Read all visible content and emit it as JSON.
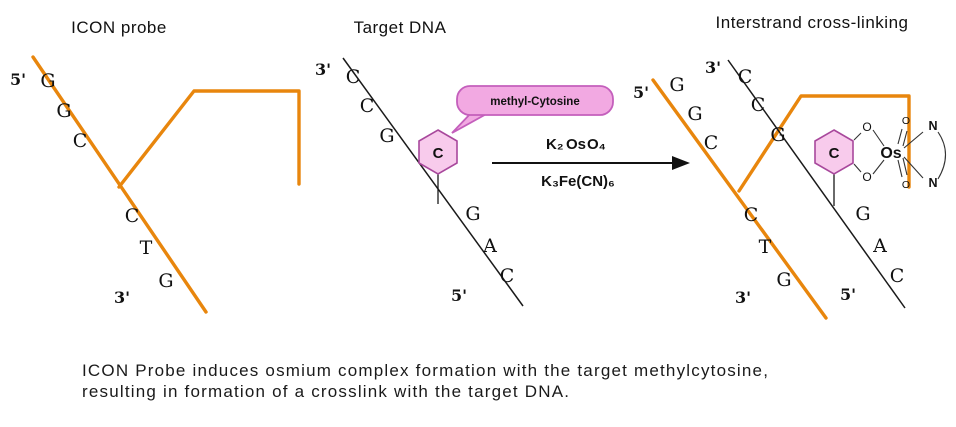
{
  "panels": {
    "icon_probe": {
      "title": "ICON probe",
      "five_prime": "5'",
      "three_prime": "3'",
      "upper_bases": [
        "G",
        "G",
        "C"
      ],
      "lower_bases": [
        "C",
        "T",
        "G"
      ]
    },
    "target_dna": {
      "title": "Target DNA",
      "three_prime": "3'",
      "five_prime": "5'",
      "upper_bases": [
        "C",
        "C",
        "G"
      ],
      "lower_bases": [
        "G",
        "A",
        "C"
      ],
      "methyl_cytosine_base": "C",
      "callout_label": "methyl-Cytosine"
    },
    "reaction": {
      "reagent_top_k2": "K₂",
      "reagent_top_os": "Os",
      "reagent_top_o4": "O₄",
      "reagent_bottom": "K₃Fe(CN)₆"
    },
    "crosslink": {
      "title": "Interstrand cross-linking",
      "probe_five_prime": "5'",
      "probe_three_prime": "3'",
      "target_three_prime": "3'",
      "target_five_prime": "5'",
      "probe_upper_bases": [
        "G",
        "G",
        "C"
      ],
      "probe_lower_bases": [
        "C",
        "T",
        "G"
      ],
      "target_upper_bases": [
        "C",
        "C",
        "G"
      ],
      "target_lower_bases": [
        "G",
        "A",
        "C"
      ],
      "methyl_cytosine_base": "C",
      "complex": {
        "os": "Os",
        "o_bridge_top": "O",
        "o_bridge_bottom": "O",
        "o_oxo_top": "O",
        "o_oxo_bottom": "O",
        "n_top": "N",
        "n_bottom": "N"
      }
    }
  },
  "caption": {
    "line1": "ICON Probe induces osmium complex formation with the target methylcytosine,",
    "line2": "resulting in formation of a crosslink with the target DNA."
  },
  "colors": {
    "probe_orange": "#E8860D",
    "strand_black": "#1a1a1a",
    "hexagon_fill": "#F8CBEC",
    "hexagon_stroke": "#A8489C",
    "methyl_c_magenta": "#CC0099",
    "callout_fill": "#F2A9E2",
    "callout_stroke": "#C45FBC",
    "osmium_green": "#00AA22"
  }
}
